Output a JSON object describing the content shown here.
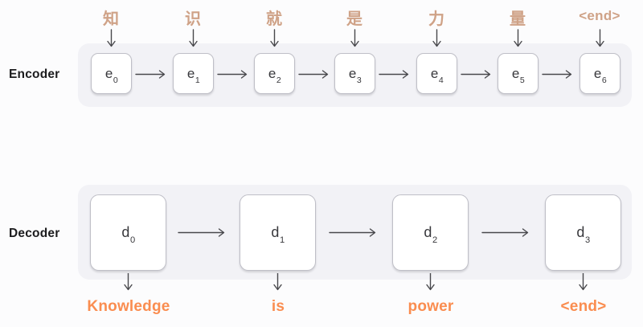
{
  "encoder": {
    "label": "Encoder",
    "input_tokens": [
      "知",
      "识",
      "就",
      "是",
      "力",
      "量",
      "<end>"
    ],
    "cells": [
      {
        "base": "e",
        "sub": "0"
      },
      {
        "base": "e",
        "sub": "1"
      },
      {
        "base": "e",
        "sub": "2"
      },
      {
        "base": "e",
        "sub": "3"
      },
      {
        "base": "e",
        "sub": "4"
      },
      {
        "base": "e",
        "sub": "5"
      },
      {
        "base": "e",
        "sub": "6"
      }
    ]
  },
  "decoder": {
    "label": "Decoder",
    "cells": [
      {
        "base": "d",
        "sub": "0"
      },
      {
        "base": "d",
        "sub": "1"
      },
      {
        "base": "d",
        "sub": "2"
      },
      {
        "base": "d",
        "sub": "3"
      }
    ],
    "output_tokens": [
      "Knowledge",
      "is",
      "power",
      "<end>"
    ]
  },
  "colors": {
    "input_token": "#cfa287",
    "output_token": "#fa8d50",
    "container": "#f2f2f6",
    "arrow": "#48484c",
    "box_border": "#bfbfc7",
    "label_text": "#1c1c1e",
    "page_bg": "#fcfcfd"
  }
}
